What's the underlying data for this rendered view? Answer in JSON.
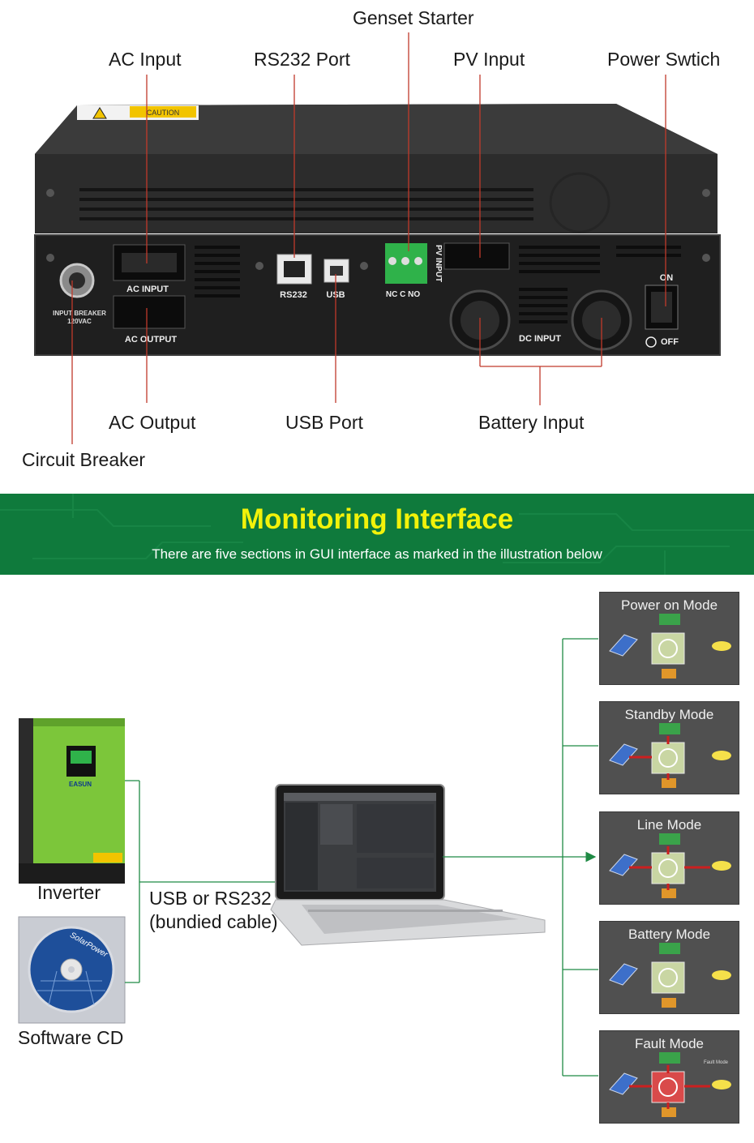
{
  "callouts": {
    "genset_starter": "Genset Starter",
    "ac_input": "AC Input",
    "rs232_port": "RS232 Port",
    "pv_input": "PV Input",
    "power_switch": "Power Swtich",
    "ac_output": "AC Output",
    "usb_port": "USB Port",
    "battery_input": "Battery Input",
    "circuit_breaker": "Circuit Breaker"
  },
  "panel_labels": {
    "caution": "CAUTION",
    "ac_input": "AC INPUT",
    "ac_output": "AC OUTPUT",
    "input_breaker": "INPUT BREAKER",
    "input_breaker_rating": "120VAC",
    "rs232": "RS232",
    "usb": "USB",
    "nc_c_no": "NC C NO",
    "pv_input": "PV INPUT",
    "dc_input": "DC   INPUT",
    "on": "ON",
    "off": "OFF"
  },
  "banner": {
    "title": "Monitoring Interface",
    "subtitle": "There are five sections in GUI interface as marked in the illustration below"
  },
  "diagram": {
    "inverter_label": "Inverter",
    "software_cd_label": "Software CD",
    "connection_line1": "USB or RS232",
    "connection_line2": "(bundied cable)",
    "inverter_brand": "EASUN",
    "cd_brand": "SolarPower",
    "fault_small_text": "Fault Mode"
  },
  "modes": [
    {
      "title": "Power on Mode",
      "state": "power_on"
    },
    {
      "title": "Standby Mode",
      "state": "standby"
    },
    {
      "title": "Line Mode",
      "state": "line"
    },
    {
      "title": "Battery Mode",
      "state": "battery"
    },
    {
      "title": "Fault Mode",
      "state": "fault"
    }
  ],
  "colors": {
    "callout_line": "#c0392b",
    "banner_bg": "#0f7a3c",
    "banner_title": "#f2f20a",
    "connector_line": "#1f8a44",
    "inverter_green": "#7cc63a",
    "mode_card_bg": "#505050",
    "flow_arrow": "#cc1f1f"
  }
}
